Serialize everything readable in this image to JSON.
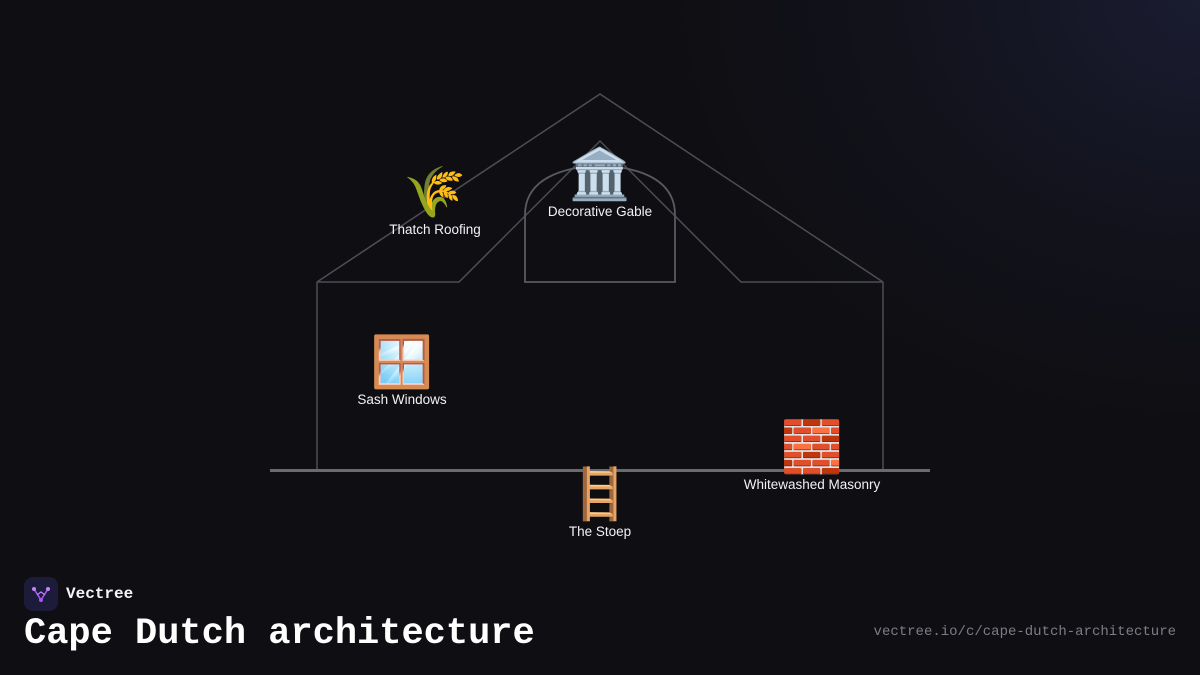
{
  "brand": {
    "name": "Vectree"
  },
  "title": "Cape Dutch architecture",
  "source_url": "vectree.io/c/cape-dutch-architecture",
  "colors": {
    "background": "#0f0f13",
    "outline": "#55555c",
    "ground": "#6a6a70",
    "label": "#f2f2f5",
    "logo_bg": "#1d1b3a",
    "logo_accent": "#a855f7",
    "url": "#7c7c84"
  },
  "features": [
    {
      "id": "thatch-roofing",
      "label": "Thatch Roofing",
      "emoji": "🌾",
      "icon": "sheaf-of-rice-icon"
    },
    {
      "id": "decorative-gable",
      "label": "Decorative Gable",
      "emoji": "🏛️",
      "icon": "classical-building-icon"
    },
    {
      "id": "sash-windows",
      "label": "Sash Windows",
      "emoji": "🪟",
      "icon": "window-icon"
    },
    {
      "id": "whitewashed-masonry",
      "label": "Whitewashed Masonry",
      "emoji": "🧱",
      "icon": "brick-icon"
    },
    {
      "id": "the-stoep",
      "label": "The Stoep",
      "emoji": "🪜",
      "icon": "ladder-icon"
    }
  ]
}
